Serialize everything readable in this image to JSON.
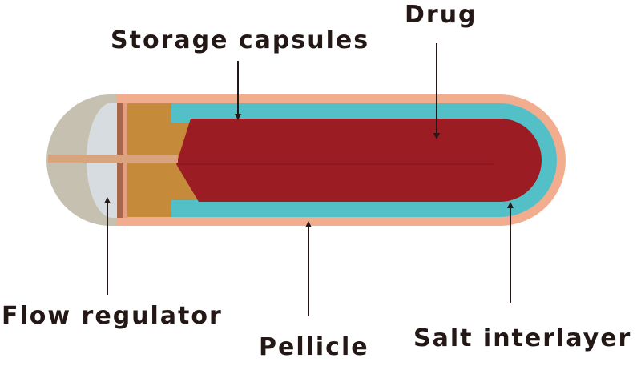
{
  "labels": {
    "storage_capsules": "Storage capsules",
    "drug": "Drug",
    "flow_regulator": "Flow regulator",
    "pellicle": "Pellicle",
    "salt_interlayer": "Salt interlayer"
  },
  "colors": {
    "pellicle": "#f2ad8f",
    "salt_interlayer": "#53bfc6",
    "drug": "#9b1c22",
    "storage_plug": "#c68b3a",
    "flow_regulator_cap": "#c6c0b1",
    "flow_regulator_inner": "#d7dce0",
    "orifice_tube": "#d9a37d",
    "text": "#231815",
    "arrow": "#231815"
  }
}
